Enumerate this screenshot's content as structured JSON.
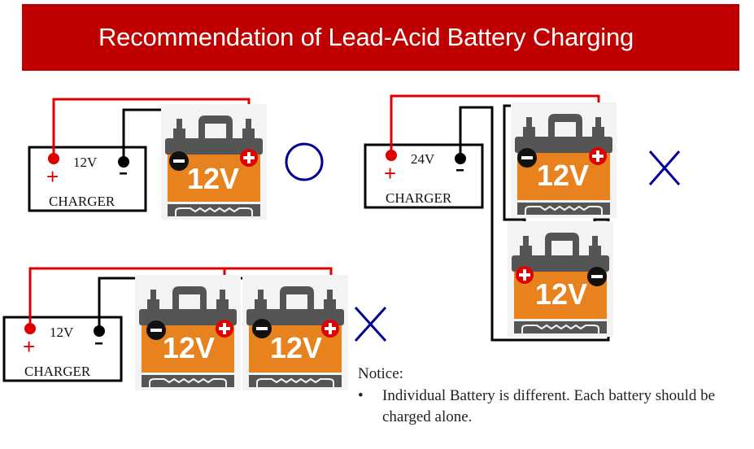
{
  "title": "Recommendation of Lead-Acid Battery Charging",
  "colors": {
    "title_bg": "#c00000",
    "wire_positive": "#e00000",
    "wire_negative": "#000000",
    "battery_body": "#e8821e",
    "battery_top": "#555555",
    "mark_color": "#000099"
  },
  "diagrams": [
    {
      "id": "single-battery",
      "charger": {
        "label": "CHARGER",
        "voltage": "12V",
        "plus": "+",
        "minus": "-"
      },
      "batteries": [
        {
          "voltage": "12V",
          "neg": "−",
          "pos": "+"
        }
      ],
      "verdict": "correct",
      "verdict_icon": "circle-icon"
    },
    {
      "id": "series-batteries",
      "charger": {
        "label": "CHARGER",
        "voltage": "24V",
        "plus": "+",
        "minus": "-"
      },
      "batteries": [
        {
          "voltage": "12V",
          "neg": "−",
          "pos": "+"
        },
        {
          "voltage": "12V",
          "neg": "−",
          "pos": "+"
        }
      ],
      "verdict": "incorrect",
      "verdict_icon": "cross-icon"
    },
    {
      "id": "parallel-batteries",
      "charger": {
        "label": "CHARGER",
        "voltage": "12V",
        "plus": "+",
        "minus": "-"
      },
      "batteries": [
        {
          "voltage": "12V",
          "neg": "−",
          "pos": "+"
        },
        {
          "voltage": "12V",
          "neg": "−",
          "pos": "+"
        }
      ],
      "verdict": "incorrect",
      "verdict_icon": "cross-icon"
    }
  ],
  "notice": {
    "heading": "Notice:",
    "bullet": "•",
    "items": [
      "Individual Battery is different. Each battery should be charged alone."
    ]
  }
}
